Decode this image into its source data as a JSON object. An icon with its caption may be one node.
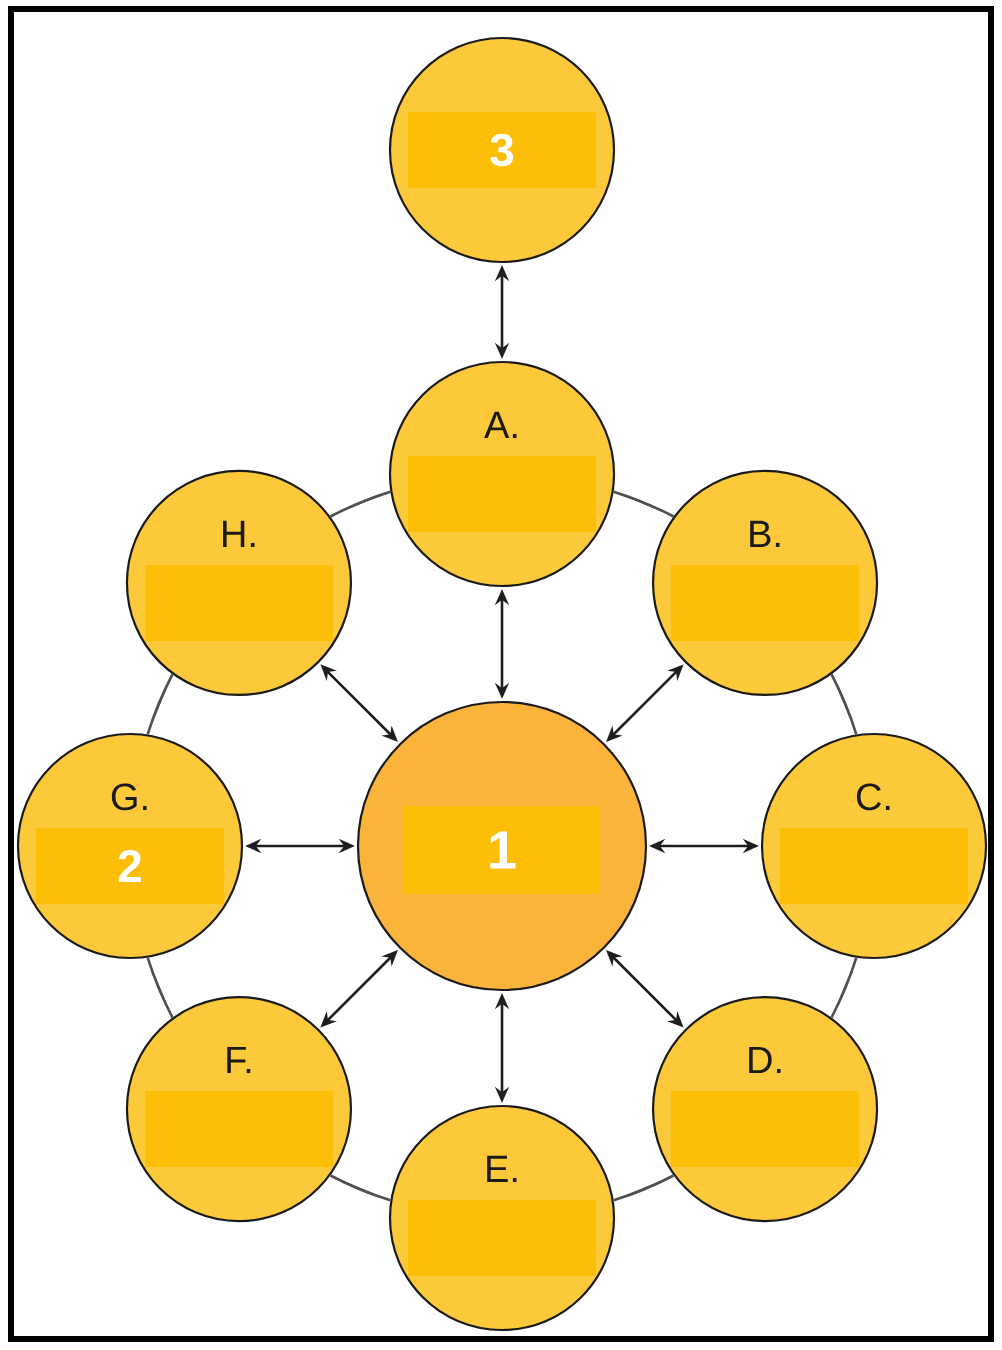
{
  "diagram": {
    "nodes": [
      {
        "text": [],
        "shape": "circle"
      },
      {
        "text": [
          "3"
        ],
        "in": 0
      },
      {
        "text": [
          "A."
        ]
      },
      {
        "text": [],
        "shape": "box",
        "in": 2
      },
      {
        "text": [
          "H."
        ]
      },
      {
        "text": [],
        "shape": "box",
        "in": 4
      },
      {
        "text": [
          "B."
        ]
      },
      {
        "text": [],
        "shape": "box",
        "in": 6
      },
      {
        "text": [
          "G."
        ]
      },
      {
        "text": [
          "2"
        ],
        "in": 8
      },
      {
        "text": [],
        "shape": "circle"
      },
      {
        "text": [
          "1"
        ],
        "in": 10
      },
      {
        "text": [
          "C."
        ]
      },
      {
        "text": [],
        "shape": "box",
        "in": 12
      },
      {
        "text": [
          "F."
        ]
      },
      {
        "text": [],
        "shape": "box",
        "in": 14
      },
      {
        "text": [
          "D."
        ]
      },
      {
        "text": [],
        "shape": "box",
        "in": 16
      },
      {
        "text": [
          "E."
        ]
      },
      {
        "text": [],
        "shape": "box",
        "in": 18
      }
    ],
    "edges": [
      {
        "from": 0,
        "to": 2,
        "arrow": "both"
      },
      {
        "from": 10,
        "to": 2,
        "arrow": "both"
      },
      {
        "from": 10,
        "to": 6,
        "arrow": "both"
      },
      {
        "from": 10,
        "to": 12,
        "arrow": "both"
      },
      {
        "from": 10,
        "to": 16,
        "arrow": "both"
      },
      {
        "from": 10,
        "to": 18,
        "arrow": "both"
      },
      {
        "from": 10,
        "to": 14,
        "arrow": "both"
      },
      {
        "from": 10,
        "to": 8,
        "arrow": "both"
      },
      {
        "from": 10,
        "to": 4,
        "arrow": "both"
      },
      {
        "from": 2,
        "to": 6,
        "arrow": "none",
        "color": "#505050"
      },
      {
        "from": 6,
        "to": 12,
        "arrow": "none",
        "color": "#505050"
      },
      {
        "from": 12,
        "to": 16,
        "arrow": "none",
        "color": "#505050"
      },
      {
        "from": 16,
        "to": 18,
        "arrow": "none",
        "color": "#505050"
      },
      {
        "from": 18,
        "to": 14,
        "arrow": "none",
        "color": "#505050"
      },
      {
        "from": 14,
        "to": 8,
        "arrow": "none",
        "color": "#505050"
      },
      {
        "from": 8,
        "to": 4,
        "arrow": "none",
        "color": "#505050"
      },
      {
        "from": 4,
        "to": 2,
        "arrow": "none",
        "color": "#505050"
      }
    ]
  }
}
